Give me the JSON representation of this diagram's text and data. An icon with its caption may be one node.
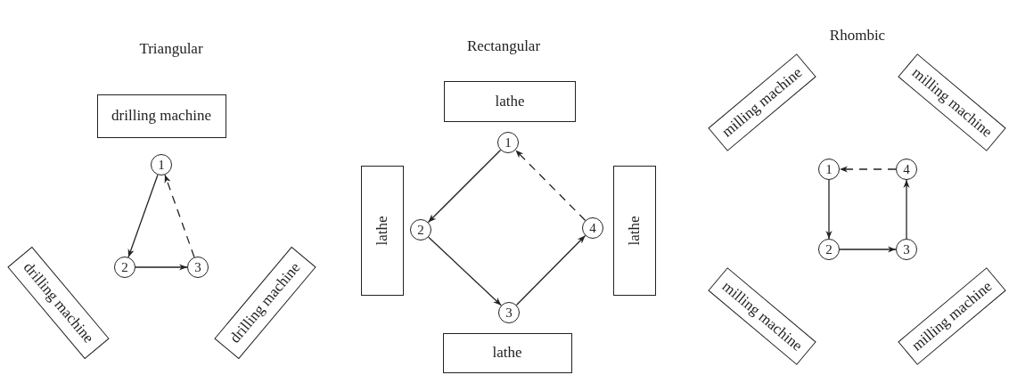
{
  "diagram": {
    "nodes": [
      {
        "text": [
          "drilling machine"
        ]
      },
      {
        "text": [
          "1"
        ]
      },
      {
        "text": [
          "drilling machine"
        ]
      },
      {
        "text": [
          "2"
        ]
      },
      {
        "text": [
          "3"
        ]
      },
      {
        "text": [
          "drilling machine"
        ]
      },
      {
        "text": [
          "lathe"
        ]
      },
      {
        "text": [
          "1"
        ]
      },
      {
        "text": [
          "lathe"
        ]
      },
      {
        "text": [
          "2"
        ]
      },
      {
        "text": [
          "4"
        ]
      },
      {
        "text": [
          "lathe"
        ]
      },
      {
        "text": [
          "3"
        ]
      },
      {
        "text": [
          "lathe"
        ]
      },
      {
        "text": [
          "milling machine"
        ]
      },
      {
        "text": [
          "milling machine"
        ]
      },
      {
        "text": [
          "1"
        ]
      },
      {
        "text": [
          "4"
        ]
      },
      {
        "text": [
          "milling machine"
        ]
      },
      {
        "text": [
          "milling machine"
        ]
      },
      {
        "text": [
          "2"
        ]
      },
      {
        "text": [
          "3"
        ]
      }
    ],
    "edges": [
      {
        "from": 1,
        "to": 3,
        "arrow": "to"
      },
      {
        "from": 3,
        "to": 4,
        "arrow": "to"
      },
      {
        "from": 4,
        "to": 1,
        "arrow": "to",
        "style": "dashed"
      },
      {
        "from": 7,
        "to": 9,
        "arrow": "to"
      },
      {
        "from": 9,
        "to": 12,
        "arrow": "to"
      },
      {
        "from": 12,
        "to": 10,
        "arrow": "to"
      },
      {
        "from": 10,
        "to": 7,
        "arrow": "to",
        "style": "dashed"
      },
      {
        "from": 16,
        "to": 20,
        "arrow": "to"
      },
      {
        "from": 20,
        "to": 21,
        "arrow": "to"
      },
      {
        "from": 21,
        "to": 17,
        "arrow": "to"
      },
      {
        "from": 17,
        "to": 16,
        "arrow": "to",
        "style": "dashed"
      }
    ],
    "labels": [
      "Triangular",
      "Rectangular",
      "Rhombic"
    ]
  }
}
